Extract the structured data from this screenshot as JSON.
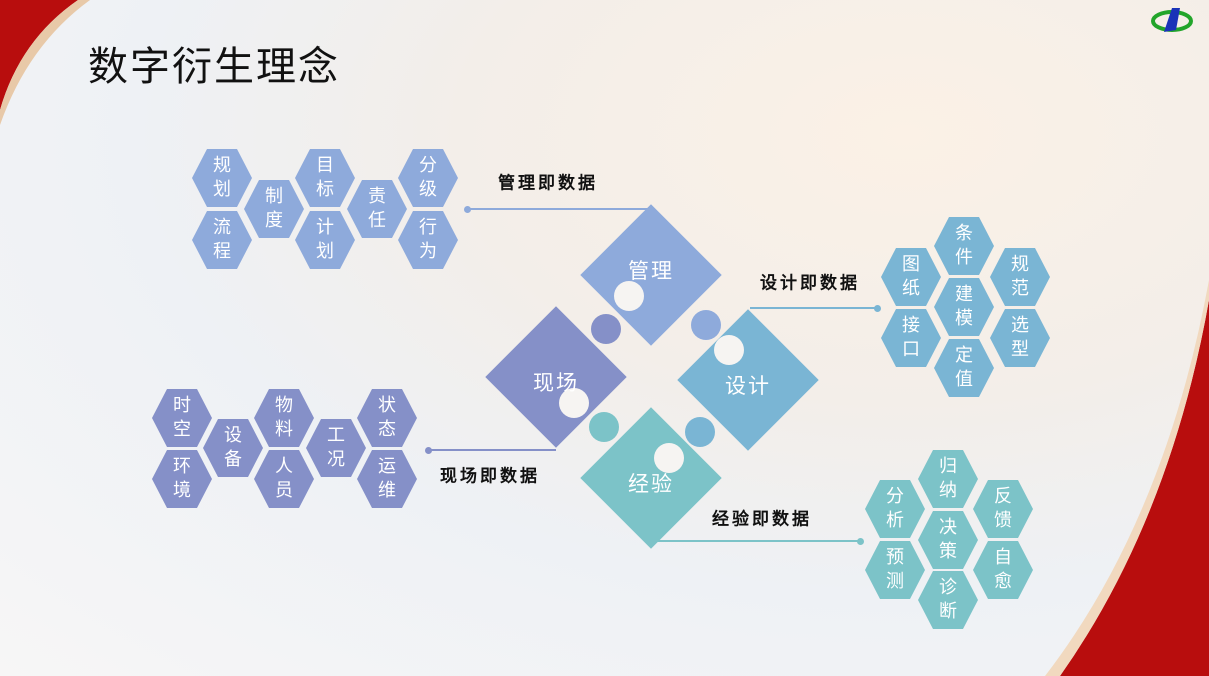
{
  "title": "数字衍生理念",
  "colors": {
    "management": "#8eaadb",
    "site": "#8590c8",
    "design": "#7ab5d4",
    "experience": "#7cc3c8"
  },
  "pieces": {
    "management": "管理",
    "site": "现场",
    "design": "设计",
    "experience": "经验"
  },
  "labels": {
    "management": "管理即数据",
    "design": "设计即数据",
    "site": "现场即数据",
    "experience": "经验即数据"
  },
  "management_hexes": [
    "规划",
    "流程",
    "制度",
    "目标",
    "计划",
    "责任",
    "分级",
    "行为"
  ],
  "design_hexes": [
    "条件",
    "图纸",
    "规范",
    "建模",
    "接口",
    "选型",
    "定值"
  ],
  "site_hexes": [
    "时空",
    "环境",
    "设备",
    "物料",
    "人员",
    "工况",
    "状态",
    "运维"
  ],
  "experience_hexes": [
    "归纳",
    "分析",
    "反馈",
    "决策",
    "预测",
    "自愈",
    "诊断"
  ]
}
